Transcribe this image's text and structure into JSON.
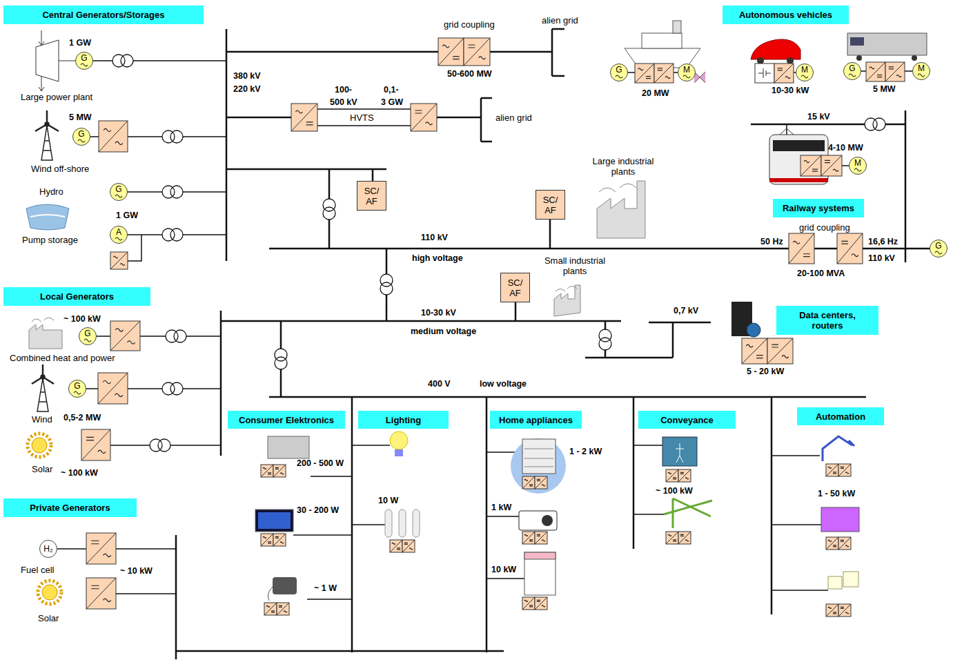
{
  "diagram": {
    "nodes": [
      {
        "text": [
          "Central Generators/Storages"
        ]
      },
      {
        "text": [
          "Local Generators"
        ]
      },
      {
        "text": [
          "Private Generators"
        ]
      },
      {
        "text": [
          "Autonomous vehicles"
        ]
      },
      {
        "text": [
          "Railway systems"
        ]
      },
      {
        "text": [
          "Data centers, routers"
        ]
      },
      {
        "text": [
          "Consumer Elektronics"
        ]
      },
      {
        "text": [
          "Lighting"
        ]
      },
      {
        "text": [
          "Home appliances"
        ]
      },
      {
        "text": [
          "Conveyance"
        ]
      },
      {
        "text": [
          "Automation"
        ]
      },
      {
        "text": [
          "SC/ AF"
        ]
      },
      {
        "text": [
          "SC/ AF"
        ]
      },
      {
        "text": [
          "SC/ AF"
        ]
      },
      {
        "text": [
          "G"
        ]
      },
      {
        "text": [
          "G"
        ]
      },
      {
        "text": [
          "G"
        ]
      },
      {
        "text": [
          "A"
        ]
      },
      {
        "text": [
          "G"
        ]
      },
      {
        "text": [
          "G"
        ]
      },
      {
        "text": [
          "H₂"
        ]
      },
      {
        "text": [
          "G"
        ]
      },
      {
        "text": [
          "M"
        ]
      },
      {
        "text": [
          "M"
        ]
      },
      {
        "text": [
          "G"
        ]
      },
      {
        "text": [
          "M"
        ]
      },
      {
        "text": [
          "M"
        ]
      },
      {
        "text": [
          "G"
        ]
      }
    ],
    "labels": [
      "1 GW",
      "Large power plant",
      "5 MW",
      "Wind off-shore",
      "Hydro",
      "1 GW",
      "Pump storage",
      "380 kV",
      "220 kV",
      "grid coupling",
      "alien grid",
      "50-600 MW",
      "100-",
      "500 kV",
      "0,1-",
      "3 GW",
      "HVTS",
      "alien grid",
      "Large industrial plants",
      "110 kV",
      "high voltage",
      "Small industrial plants",
      "10-30 kV",
      "medium voltage",
      "0,7 kV",
      "5 - 20 kW",
      "400 V",
      "low voltage",
      "~ 100 kW",
      "Combined heat and power",
      "Wind",
      "0,5-2 MW",
      "Solar",
      "~ 100 kW",
      "Fuel cell",
      "~ 10 kW",
      "Solar",
      "20 MW",
      "10-30 kW",
      "5 MW",
      "15 kV",
      "4-10 MW",
      "grid coupling",
      "50 Hz",
      "16,6 Hz",
      "110 kV",
      "20-100 MVA",
      "200 - 500 W",
      "30 - 200 W",
      "~ 1 W",
      "10 W",
      "1 - 2 kW",
      "1 kW",
      "10 kW",
      "~ 100 kW",
      "1 - 50 kW"
    ]
  }
}
